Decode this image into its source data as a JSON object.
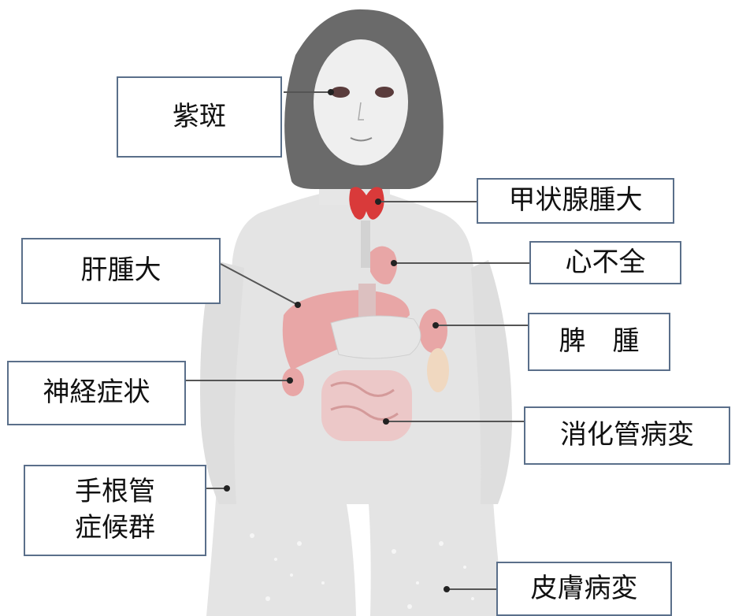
{
  "labels": {
    "purpura": "紫斑",
    "goiter": "甲状腺腫大",
    "hepatomegaly": "肝腫大",
    "heart_failure": "心不全",
    "splenomegaly": "脾　腫",
    "neuro": "神経症状",
    "gi": "消化管病変",
    "carpal": "手根管\n症候群",
    "skin": "皮膚病変"
  },
  "colors": {
    "label_border": "#5a6f8a",
    "body": "#e4e4e4",
    "hair": "#6a6a6a",
    "face": "#efefef",
    "thyroid": "#d93a3a",
    "organ": "#e8a6a6",
    "leader": "#555555"
  }
}
